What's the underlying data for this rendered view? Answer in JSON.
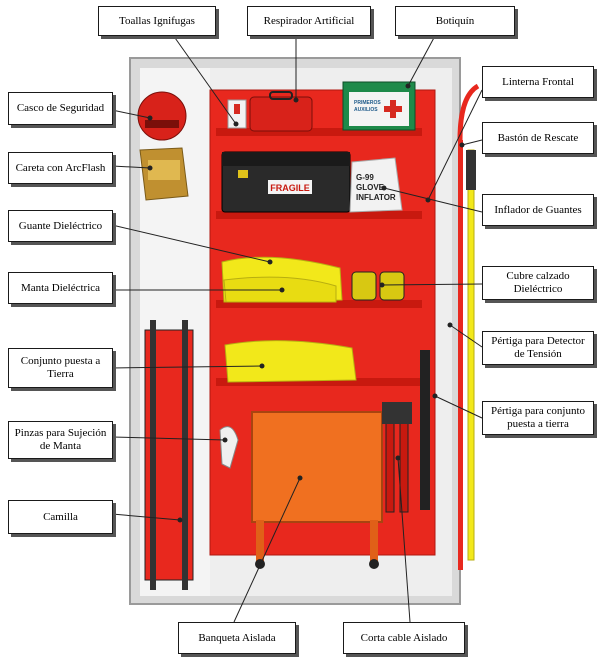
{
  "labels": {
    "toallas": "Toallas Ignifugas",
    "respirador": "Respirador Artificial",
    "botiquin": "Botiquín",
    "casco": "Casco de Seguridad",
    "linterna": "Linterna Frontal",
    "baston": "Bastón de Rescate",
    "careta": "Careta con ArcFlash",
    "inflador": "Inflador de Guantes",
    "guante": "Guante Dieléctrico",
    "manta": "Manta Dieléctrica",
    "cubre": "Cubre calzado Dieléctrico",
    "pertiga_detector": "Pértiga para Detector de Tensión",
    "conjunto": "Conjunto puesta a Tierra",
    "pertiga_conjunto": "Pértiga para conjunto puesta a tierra",
    "pinzas": "Pinzas para Sujeción de Manta",
    "camilla": "Camilla",
    "banqueta": "Banqueta Aislada",
    "corta": "Corta cable Aislado"
  },
  "cabinet_text": {
    "fragile": "FRAGILE",
    "glove_inflator": "G-99\nGLOVE\nINFLATOR",
    "primeros_auxilios": "PRIMEROS\nAUXILIOS"
  },
  "colors": {
    "cabinet_red": "#e8281e",
    "shelf_red": "#d42015",
    "cabinet_frame": "#c8c8c8",
    "yellow": "#f2e81a",
    "green": "#1e8a4a",
    "label_border": "#1a1a1a",
    "arrow": "#222222"
  }
}
